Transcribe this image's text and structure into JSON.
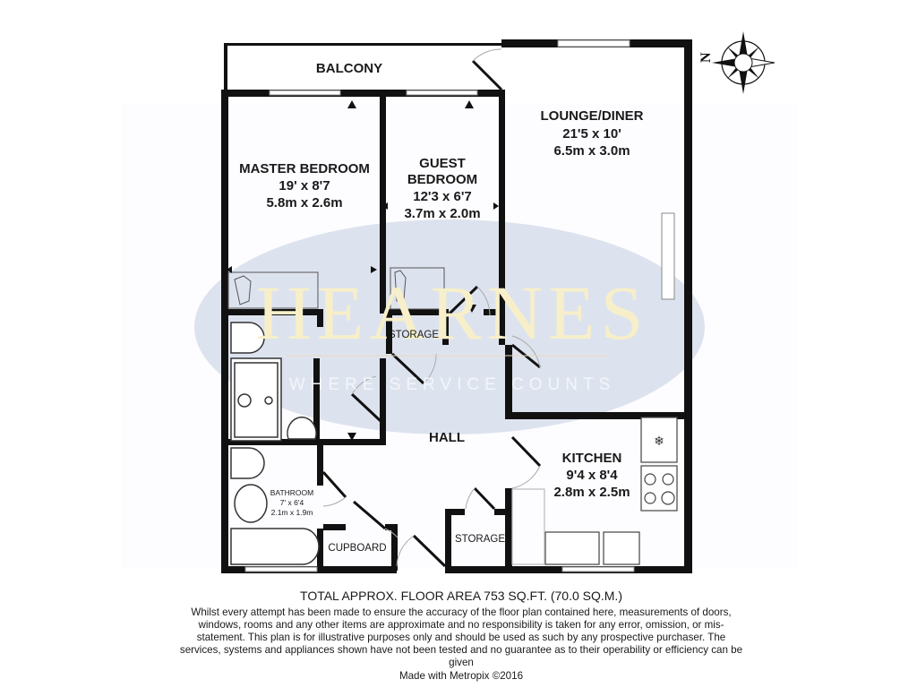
{
  "watermark": {
    "brand": "HEARNES",
    "tagline": "WHERE SERVICE COUNTS",
    "ellipse_color": "#dde3ee",
    "brand_color": "#f7efc9"
  },
  "compass": {
    "label": "N"
  },
  "rooms": {
    "balcony": {
      "name": "BALCONY"
    },
    "lounge": {
      "name": "LOUNGE/DINER",
      "imperial": "21'5 x 10'",
      "metric": "6.5m x 3.0m"
    },
    "master_bedroom": {
      "name": "MASTER BEDROOM",
      "imperial": "19' x 8'7",
      "metric": "5.8m x 2.6m"
    },
    "guest_bedroom": {
      "name_line1": "GUEST",
      "name_line2": "BEDROOM",
      "imperial": "12'3 x 6'7",
      "metric": "3.7m x 2.0m"
    },
    "storage_upper": {
      "name": "STORAGE"
    },
    "storage_lower": {
      "name": "STORAGE"
    },
    "hall": {
      "name": "HALL"
    },
    "kitchen": {
      "name": "KITCHEN",
      "imperial": "9'4 x 8'4",
      "metric": "2.8m x 2.5m"
    },
    "bathroom": {
      "name": "BATHROOM",
      "imperial": "7' x 6'4",
      "metric": "2.1m x 1.9m"
    },
    "cupboard": {
      "name": "CUPBOARD"
    }
  },
  "footer": {
    "total_area": "TOTAL APPROX. FLOOR AREA 753 SQ.FT. (70.0 SQ.M.)",
    "disclaimer": "Whilst every attempt has been made to ensure the accuracy of the floor plan contained here, measurements of doors, windows, rooms and any other items are approximate and no responsibility is taken for any error, omission, or mis-statement. This plan is for illustrative purposes only and should be used as such by any prospective purchaser. The services, systems and appliances shown have not been tested and no guarantee as to their operability or efficiency can be given",
    "credit": "Made with Metropix ©2016"
  }
}
